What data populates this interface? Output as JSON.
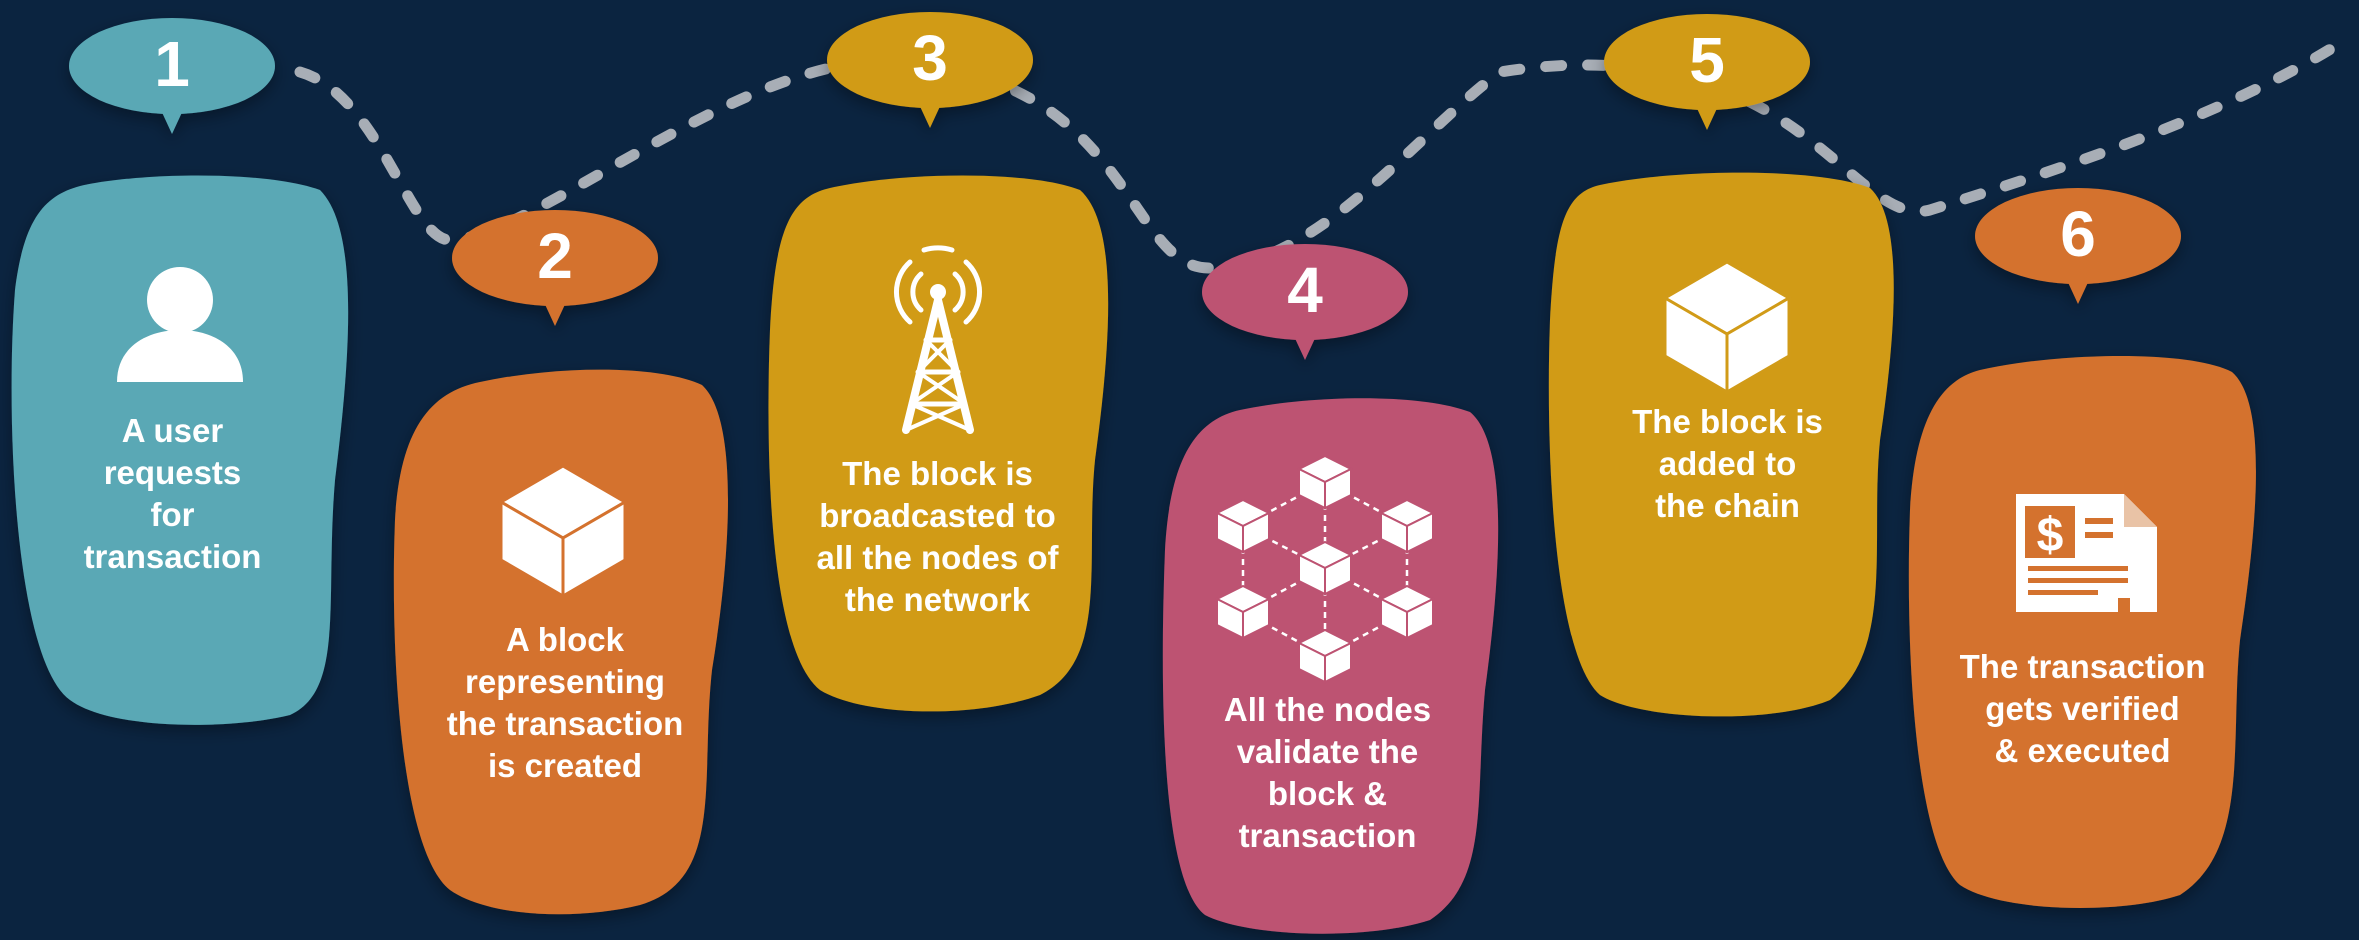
{
  "colors": {
    "background": "#0b2440",
    "teal": "#5aa8b5",
    "orange": "#d4722e",
    "gold": "#d19b18",
    "pink": "#bd5372",
    "connector": "#a8aeb6"
  },
  "steps": [
    {
      "number": "1",
      "text": "A user\nrequests\nfor\ntransaction",
      "icon": "user-icon",
      "color": "#5aa8b5"
    },
    {
      "number": "2",
      "text": "A block\nrepresenting\nthe transaction\nis created",
      "icon": "cube-icon",
      "color": "#d4722e"
    },
    {
      "number": "3",
      "text": "The block is\nbroadcasted to\nall the nodes of\nthe network",
      "icon": "antenna-tower-icon",
      "color": "#d19b18"
    },
    {
      "number": "4",
      "text": "All the nodes\nvalidate the\nblock &\ntransaction",
      "icon": "node-network-icon",
      "color": "#bd5372"
    },
    {
      "number": "5",
      "text": "The block is\nadded to\nthe chain",
      "icon": "cube-icon",
      "color": "#d19b18"
    },
    {
      "number": "6",
      "text": "The transaction\ngets verified\n& executed",
      "icon": "invoice-document-icon",
      "color": "#d4722e"
    }
  ]
}
